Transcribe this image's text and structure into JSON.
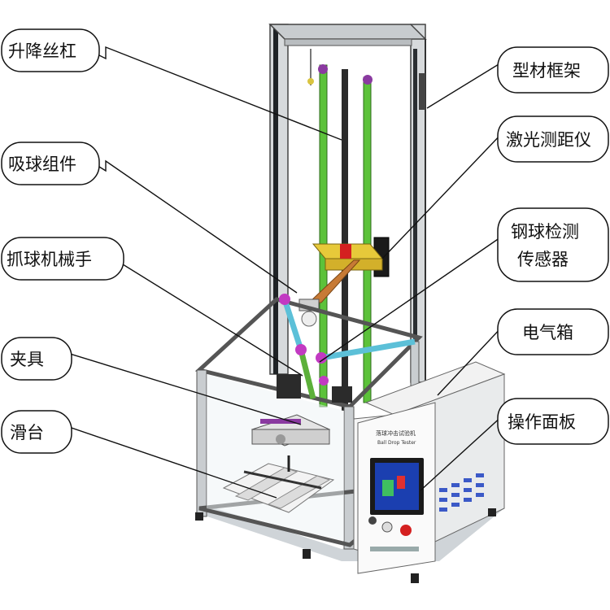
{
  "labels": {
    "lift_screw": "升降丝杠",
    "suction_ball_assembly": "吸球组件",
    "grab_ball_manipulator": "抓球机械手",
    "fixture": "夹具",
    "slide_table": "滑台",
    "profile_frame": "型材框架",
    "laser_rangefinder": "激光测距仪",
    "steel_ball_sensor_line1": "钢球检测",
    "steel_ball_sensor_line2": "传感器",
    "electrical_box": "电气箱",
    "operation_panel": "操作面板"
  },
  "panel_text": {
    "title_cn": "落球冲击试验机",
    "title_en": "Ball Drop Tester"
  }
}
